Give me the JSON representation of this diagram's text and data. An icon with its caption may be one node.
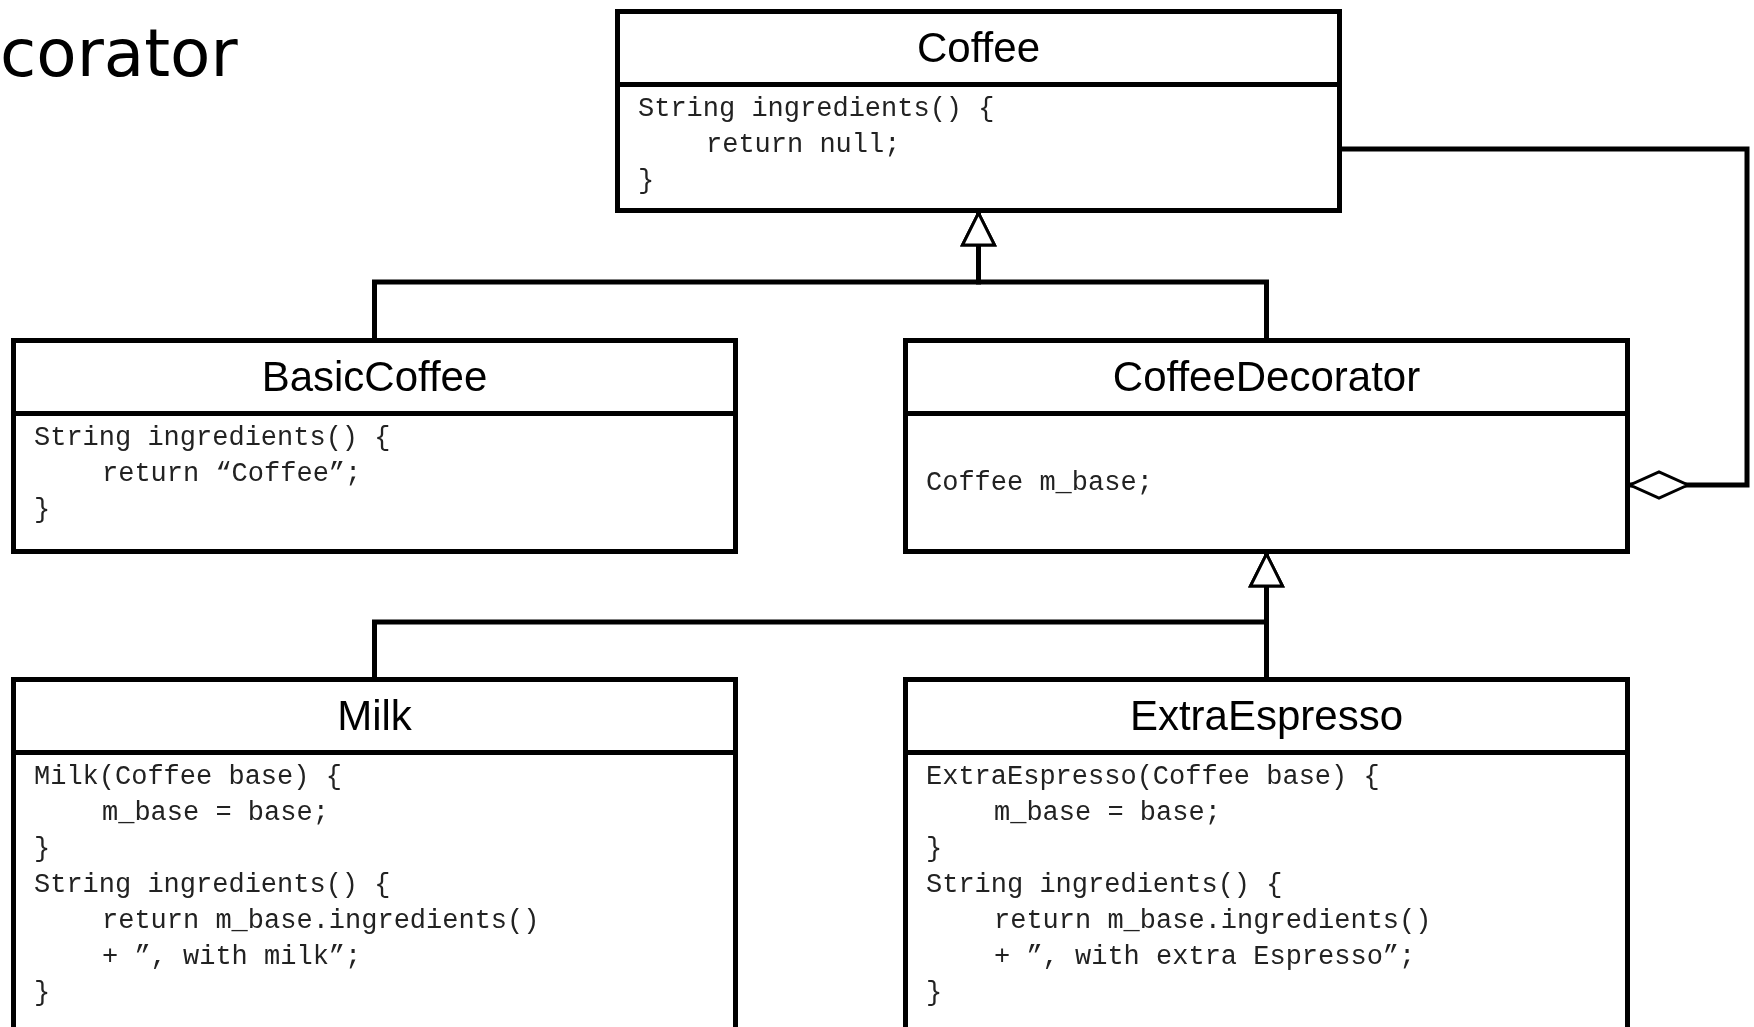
{
  "diagram": {
    "nodes": [
      {
        "text": [
          "Coffee",
          "String ingredients() {",
          "return null;",
          "}"
        ]
      },
      {
        "text": [
          "BasicCoffee",
          "String ingredients() {",
          "return “Coffee”;",
          "}"
        ]
      },
      {
        "text": [
          "CoffeeDecorator",
          "Coffee m_base;"
        ]
      },
      {
        "text": [
          "Milk",
          "Milk(Coffee base) {",
          "m_base = base;",
          "}",
          "String ingredients() {",
          "return m_base.ingredients()",
          "+ ”, with milk”;",
          "}"
        ]
      },
      {
        "text": [
          "ExtraEspresso",
          "ExtraEspresso(Coffee base) {",
          "m_base = base;",
          "}",
          "String ingredients() {",
          "return m_base.ingredients()",
          "+ ”, with extra Espresso”;",
          "}"
        ]
      }
    ],
    "edges": [
      {
        "from": 1,
        "to": 0,
        "arrow": "to"
      },
      {
        "from": 2,
        "to": 0,
        "arrow": "to"
      },
      {
        "from": 3,
        "to": 2,
        "arrow": "to"
      },
      {
        "from": 4,
        "to": 2,
        "arrow": "to"
      },
      {
        "from": 0,
        "to": 2,
        "arrow": "other"
      }
    ],
    "labels": [
      "corator"
    ]
  }
}
